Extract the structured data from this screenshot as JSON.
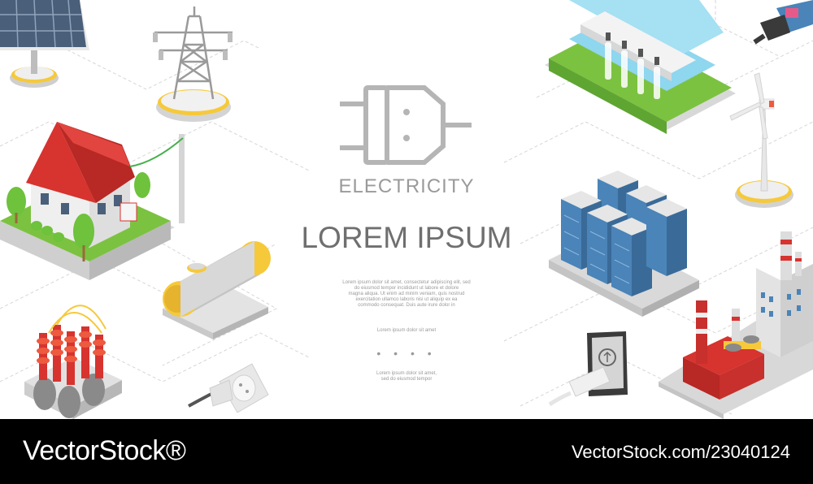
{
  "illustration": {
    "subtitle": "ELECTRICITY",
    "headline": "LOREM IPSUM",
    "paragraph": [
      "Lorem ipsum dolor sit amet, consectetur adipiscing elit, sed",
      "do eiusmod tempor incididunt ut labore et dolore",
      "magna aliqua. Ut enim ad minim veniam, quis nostrud",
      "exercitation ullamco laboris nisi ut aliquip ex ea",
      "commodo consequat. Duis aute irure dolor in"
    ],
    "caption_1": "Lorem ipsum dolor sit amet",
    "dots": "• • • •",
    "caption_2": [
      "Lorem ipsum dolor sit amet,",
      "sed do eiusmod tempor"
    ],
    "icons": [
      "solar-panel-icon",
      "power-tower-icon",
      "house-icon",
      "gas-tank-icon",
      "transformer-icon",
      "socket-plug-icon",
      "plug-outline-icon",
      "hydro-dam-icon",
      "usb-plug-icon",
      "wind-turbine-icon",
      "data-center-icon",
      "usb-socket-icon",
      "power-plant-icon"
    ]
  },
  "footer": {
    "brand": "VectorStock®",
    "image_id": "VectorStock.com/23040124"
  },
  "colors": {
    "roof": "#d7332f",
    "grass": "#7cc241",
    "water": "#8fd6ef",
    "server": "#4a84b8",
    "yellow": "#f6c93a",
    "line": "#d3d3d3",
    "footer_bg": "#000000"
  }
}
